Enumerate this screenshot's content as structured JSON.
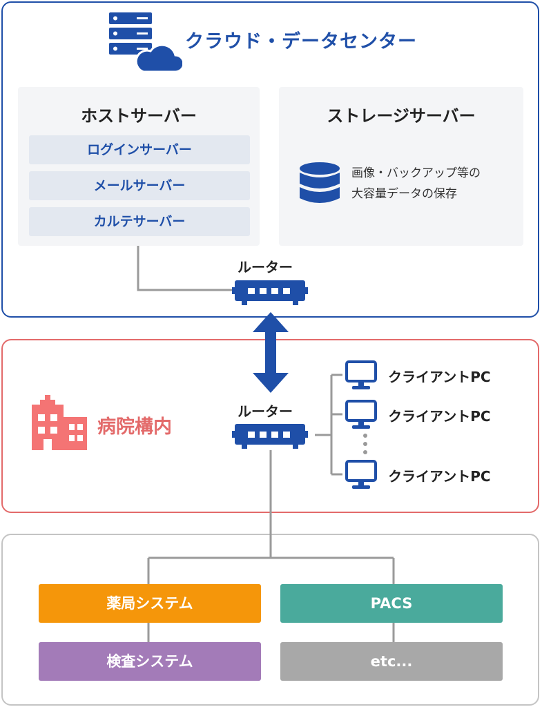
{
  "cloud": {
    "title": "クラウド・データセンター",
    "host_server": {
      "title": "ホストサーバー",
      "items": [
        "ログインサーバー",
        "メールサーバー",
        "カルテサーバー"
      ]
    },
    "storage_server": {
      "title": "ストレージサーバー",
      "description_line1": "画像・バックアップ等の",
      "description_line2": "大容量データの保存"
    },
    "router_label": "ルーター"
  },
  "hospital": {
    "label": "病院構内",
    "router_label": "ルーター",
    "clients": [
      "クライアントPC",
      "クライアントPC",
      "クライアントPC"
    ]
  },
  "systems": {
    "pharmacy": "薬局システム",
    "pacs": "PACS",
    "exam": "検査システム",
    "etc": "etc..."
  },
  "colors": {
    "cloud_blue": "#1f4fa8",
    "hospital_red": "#e36a6a",
    "pharmacy_orange": "#f5960a",
    "pacs_teal": "#4aaa9c",
    "exam_purple": "#a37bb8",
    "etc_gray": "#a8a8a8"
  }
}
